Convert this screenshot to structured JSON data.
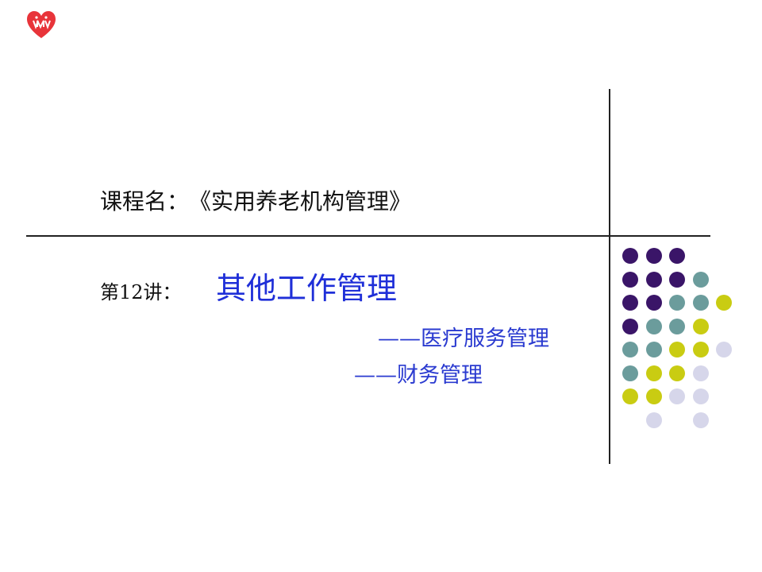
{
  "slide": {
    "course_prefix": "课程名：",
    "course_name": "《实用养老机构管理》",
    "lecture_prefix": "第12讲：",
    "lecture_title": "其他工作管理",
    "subtopics": [
      "——医疗服务管理",
      "——财务管理"
    ]
  },
  "logo": {
    "icon": "heart-logo-icon",
    "color": "#e8343a"
  },
  "colors": {
    "title_blue": "#1f2fd8",
    "subtitle_blue": "#2a3ad0",
    "dot_purple": "#3a1568",
    "dot_teal": "#6b9c9c",
    "dot_yellow": "#c9cc12",
    "dot_lavender": "#d6d6ea"
  },
  "dot_grid": [
    [
      "purple",
      "purple",
      "purple",
      null,
      null
    ],
    [
      "purple",
      "purple",
      "purple",
      "teal",
      null
    ],
    [
      "purple",
      "purple",
      "teal",
      "teal",
      "yellow"
    ],
    [
      "purple",
      "teal",
      "teal",
      "yellow",
      null
    ],
    [
      "teal",
      "teal",
      "yellow",
      "yellow",
      "lavender"
    ],
    [
      "teal",
      "yellow",
      "yellow",
      "lavender",
      null
    ],
    [
      "yellow",
      "yellow",
      "lavender",
      "lavender",
      null
    ],
    [
      null,
      "lavender",
      null,
      "lavender",
      null
    ]
  ]
}
